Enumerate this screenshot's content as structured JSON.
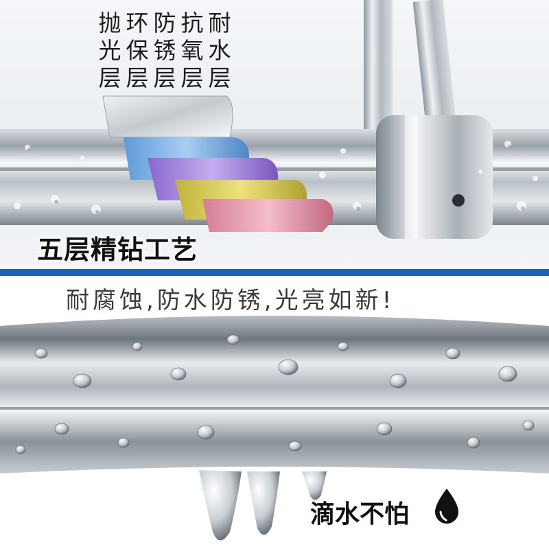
{
  "layer_labels": [
    {
      "line1": "抛",
      "line2": "光",
      "line3": "层"
    },
    {
      "line1": "环",
      "line2": "保",
      "line3": "层"
    },
    {
      "line1": "防",
      "line2": "锈",
      "line3": "层"
    },
    {
      "line1": "抗",
      "line2": "氧",
      "line3": "层"
    },
    {
      "line1": "耐",
      "line2": "水",
      "line3": "层"
    }
  ],
  "headline": "五层精钻工艺",
  "subheadline": "耐腐蚀,防水防锈,光亮如新!",
  "drip_label": "滴水不怕",
  "icons": {
    "drop": "water-drop-icon"
  },
  "colors": {
    "divider": "#1f62b3",
    "layer_blue": "#7fb3e8",
    "layer_purple": "#a98be0",
    "layer_yellow": "#d8cc52",
    "layer_pink": "#e89ab0"
  }
}
